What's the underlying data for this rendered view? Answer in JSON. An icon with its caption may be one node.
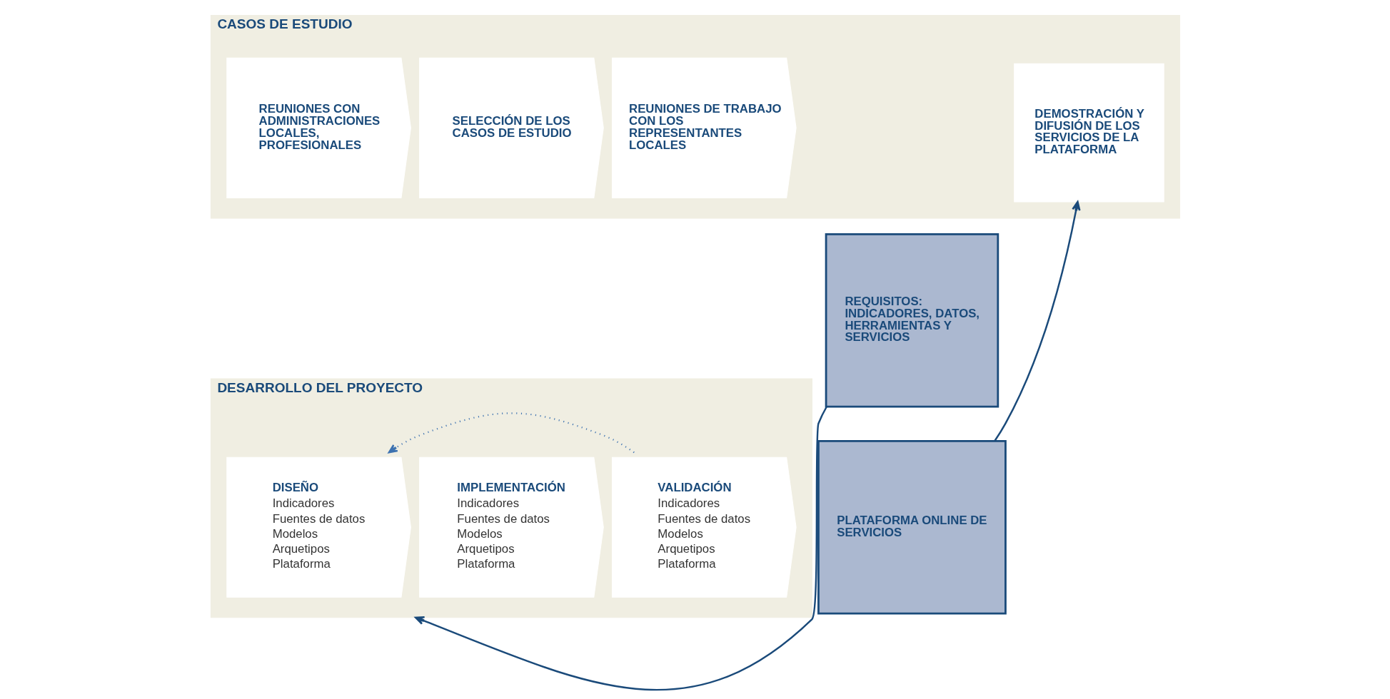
{
  "diagram": {
    "nodes": [
      {
        "text": [
          "CASOS DE ESTUDIO"
        ]
      },
      {
        "text": [
          "REUNIONES CON ADMINISTRACIONES LOCALES, PROFESIONALES"
        ],
        "in": 0
      },
      {
        "text": [
          "SELECCIÓN DE LOS CASOS DE ESTUDIO"
        ],
        "in": 0
      },
      {
        "text": [
          "REUNIONES DE TRABAJO CON LOS REPRESENTANTES LOCALES"
        ],
        "in": 0
      },
      {
        "text": [
          "REQUISITOS: INDICADORES, DATOS, HERRAMIENTAS Y SERVICIOS"
        ]
      },
      {
        "text": [
          "DEMOSTRACIÓN Y DIFUSIÓN DE LOS SERVICIOS DE LA PLATAFORMA"
        ],
        "in": 0
      },
      {
        "text": [
          "DESARROLLO DEL PROYECTO"
        ]
      },
      {
        "text": [
          "DISEÑO",
          "Indicadores",
          "Fuentes de datos",
          "Modelos",
          "Arquetipos",
          "Plataforma"
        ],
        "in": 6
      },
      {
        "text": [
          "IMPLEMENTACIÓN",
          "Indicadores",
          "Fuentes de datos",
          "Modelos",
          "Arquetipos",
          "Plataforma"
        ],
        "in": 6
      },
      {
        "text": [
          "VALIDACIÓN",
          "Indicadores",
          "Fuentes de datos",
          "Modelos",
          "Arquetipos",
          "Plataforma"
        ],
        "in": 6
      },
      {
        "text": [
          "PLATAFORMA ONLINE DE SERVICIOS"
        ]
      }
    ],
    "edges": [
      {
        "from": 4,
        "to": 6,
        "arrow": "to"
      },
      {
        "from": 10,
        "to": 5,
        "arrow": "to"
      },
      {
        "from": 9,
        "to": 7,
        "arrow": "to",
        "style": "dashed",
        "color": "#3d72b0"
      }
    ]
  }
}
